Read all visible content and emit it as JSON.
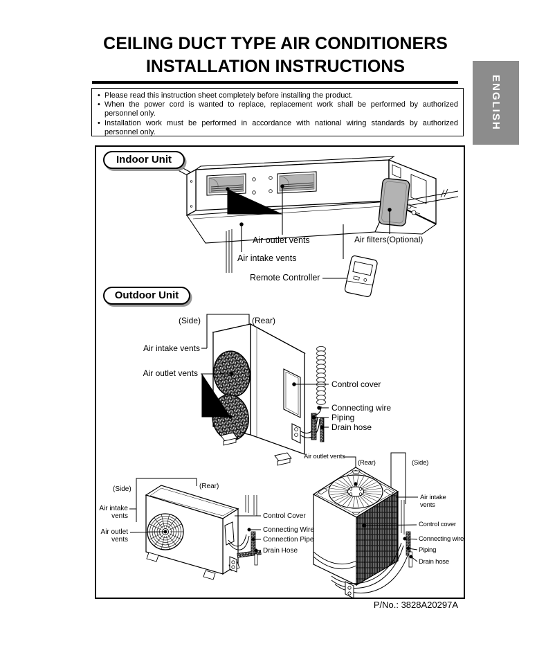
{
  "page": {
    "title_line1": "CEILING DUCT TYPE AIR CONDITIONERS",
    "title_line2": "INSTALLATION INSTRUCTIONS",
    "language_tab": "ENGLISH",
    "part_number": "P/No.: 3828A20297A"
  },
  "colors": {
    "tab_gray": "#8c8c8c",
    "panel_gray": "#b3b3b3"
  },
  "notice": {
    "bullet": "•",
    "items": [
      "Please read this instruction sheet completely before installing the product.",
      "When the power cord is wanted to replace, replacement work shall be performed by authorized personnel only.",
      "Installation work must be performed in accordance with national wiring standards by authorized personnel only."
    ]
  },
  "sections": {
    "indoor": {
      "title": "Indoor Unit",
      "labels": {
        "air_outlet": "Air outlet vents",
        "air_intake": "Air intake vents",
        "air_filters": "Air filters(Optional)",
        "remote": "Remote Controller"
      }
    },
    "outdoor": {
      "title": "Outdoor Unit",
      "unit1": {
        "side": "(Side)",
        "rear": "(Rear)",
        "air_intake": "Air intake vents",
        "air_outlet": "Air outlet vents",
        "control_cover": "Control cover",
        "connecting_wire": "Connecting wire",
        "piping": "Piping",
        "drain_hose": "Drain hose"
      },
      "unit2": {
        "side": "(Side)",
        "rear": "(Rear)",
        "air_intake": "Air intake vents",
        "air_outlet": "Air outlet vents",
        "control_cover": "Control Cover",
        "connecting_wire": "Connecting Wire",
        "connection_pipe": "Connection Pipe",
        "drain_hose": "Drain Hose"
      },
      "unit3": {
        "air_outlet": "Air outlet vents",
        "rear": "(Rear)",
        "side": "(Side)",
        "air_intake": "Air intake vents",
        "control_cover": "Control cover",
        "connecting_wire": "Connecting wire",
        "piping": "Piping",
        "drain_hose": "Drain hose"
      }
    }
  }
}
